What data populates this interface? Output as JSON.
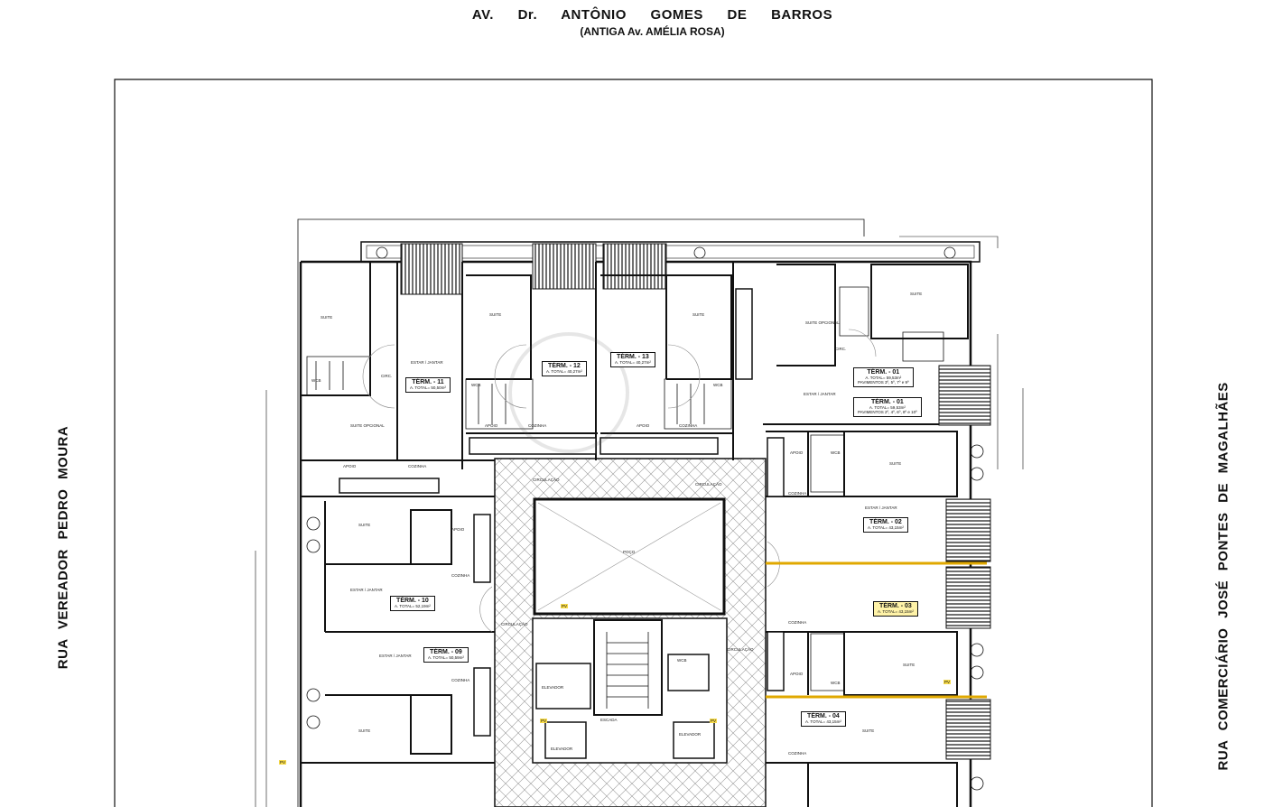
{
  "header": {
    "street_top": "AV. Dr. ANTÔNIO GOMES DE BARROS",
    "street_top_note": "(ANTIGA Av. AMÉLIA ROSA)"
  },
  "streets": {
    "left": "RUA VEREADOR PEDRO MOURA",
    "right": "RUA COMERCIÁRIO JOSÉ PONTES DE MAGALHÃES"
  },
  "units": [
    {
      "label": "TÉRM. - 11",
      "area": "A. TOTAL= 50,50m²"
    },
    {
      "label": "TÉRM. - 12",
      "area": "A. TOTAL= 40,27m²"
    },
    {
      "label": "TÉRM. - 13",
      "area": "A. TOTAL= 40,27m²"
    },
    {
      "label": "TÉRM. - 01",
      "area": "A. TOTAL= 59,53m²",
      "note": "PAVIMENTOS 3º, 5º, 7º e 9º"
    },
    {
      "label": "TÉRM. - 01",
      "area": "A. TOTAL= 59,53m²",
      "note": "PAVIMENTOS 2º, 4º, 6º, 8º e 10º"
    },
    {
      "label": "TÉRM. - 02",
      "area": "A. TOTAL= 43,15m²"
    },
    {
      "label": "TÉRM. - 03",
      "area": "A. TOTAL= 43,15m²"
    },
    {
      "label": "TÉRM. - 04",
      "area": "A. TOTAL= 43,15m²"
    },
    {
      "label": "TÉRM. - 10",
      "area": "A. TOTAL= 52,19m²"
    },
    {
      "label": "TÉRM. - 09",
      "area": "A. TOTAL= 50,59m²"
    }
  ],
  "rooms": {
    "suite": "SUITE",
    "suite_opcional": "SUITE OPCIONAL",
    "estar": "ESTAR / JANTAR",
    "apoio": "APOIO",
    "cozinha": "COZINHA",
    "wc": "WCB",
    "circ": "CIRC.",
    "elevador": "ELEVADOR",
    "circulacao": "CIRCULAÇÃO",
    "escada": "ESCADA",
    "poco": "POÇO",
    "pv": "PV"
  }
}
